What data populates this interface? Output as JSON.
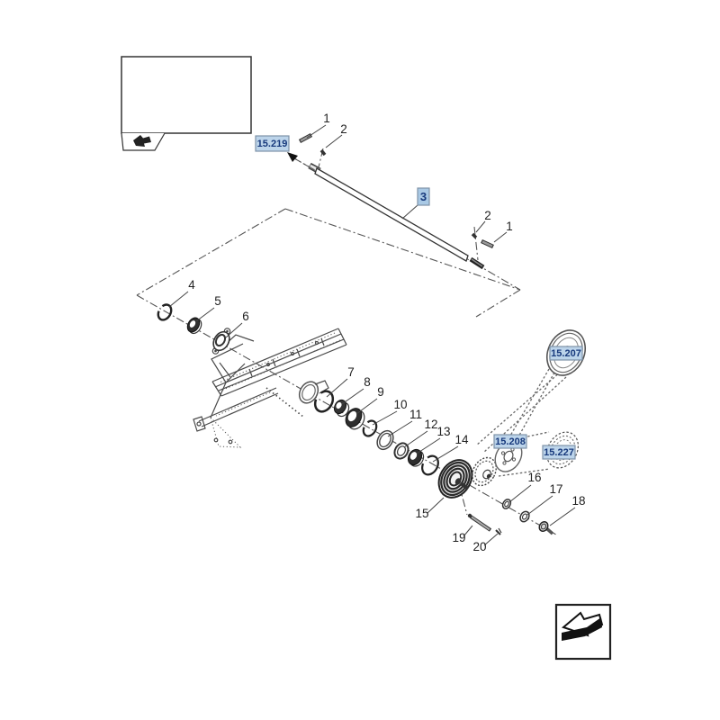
{
  "diagram": {
    "type": "exploded-parts-diagram",
    "refs": {
      "r15219": "15.219",
      "r15207": "15.207",
      "r15208": "15.208",
      "r15227": "15.227"
    },
    "highlighted_callout": "3",
    "callouts": {
      "c1_top": "1",
      "c2_top": "2",
      "c2_bot": "2",
      "c1_bot": "1",
      "c4": "4",
      "c5": "5",
      "c6": "6",
      "c7": "7",
      "c8": "8",
      "c9": "9",
      "c10": "10",
      "c11": "11",
      "c12": "12",
      "c13": "13",
      "c14": "14",
      "c15": "15",
      "c16": "16",
      "c17": "17",
      "c18": "18",
      "c19": "19",
      "c20": "20"
    },
    "icons": {
      "thumbnail_icon": "machine-icon",
      "nav_icon": "arrow-direction-icon"
    },
    "colors": {
      "background": "#ffffff",
      "line": "#4a4a4a",
      "ref_label_fill": "#bcd4ea",
      "ref_label_border": "#7e93a8",
      "ref_label_text": "#17397c",
      "highlight_fill": "#a9c9e5"
    }
  }
}
